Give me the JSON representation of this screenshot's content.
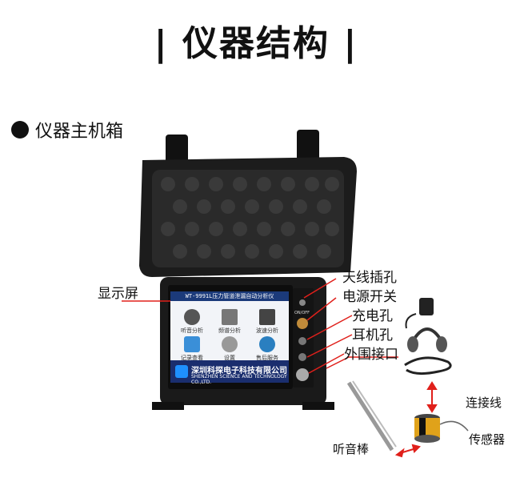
{
  "page_title": "| 仪器结构 |",
  "section_heading": "仪器主机箱",
  "labels": {
    "display": "显示屏",
    "antenna": "天线插孔",
    "power": "电源开关",
    "charge": "充电孔",
    "earphone": "耳机孔",
    "peripheral": "外围接口",
    "cable": "连接线",
    "sensor": "传感器",
    "listening_rod": "听音棒"
  },
  "screen": {
    "header": "WT-9991L压力管道泄漏自动分析仪",
    "apps": [
      "听音分析",
      "频谱分析",
      "波速分析",
      "记录查看",
      "设置",
      "售后服务"
    ]
  },
  "brand": {
    "cn": "深圳科探电子科技有限公司",
    "en": "SHENZHEN SCIENCE AND TECHNOLOGY CO.,LTD."
  },
  "panel_text": {
    "power_switch": "ON/OFF"
  },
  "colors": {
    "pointer_line": "#e0201b",
    "arrow": "#e0201b",
    "case": "#1a1a1a",
    "screen_bg": "#f2f4f8",
    "brand_blue": "#1a2e6e"
  }
}
